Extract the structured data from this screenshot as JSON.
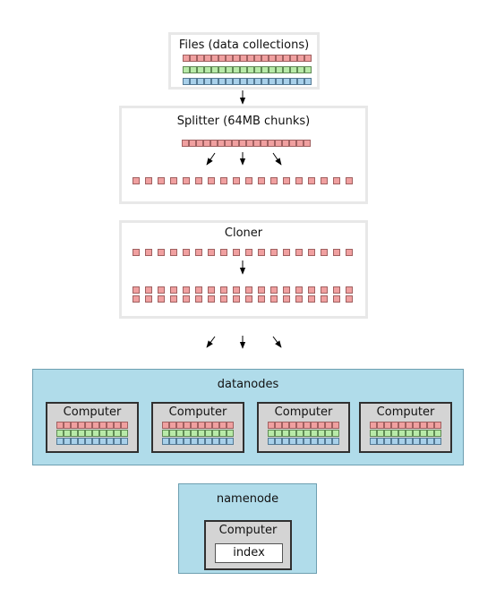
{
  "files": {
    "title": "Files (data collections)"
  },
  "splitter": {
    "title": "Splitter (64MB chunks)"
  },
  "cloner": {
    "title": "Cloner"
  },
  "datanodes": {
    "title": "datanodes",
    "computers": [
      {
        "label": "Computer"
      },
      {
        "label": "Computer"
      },
      {
        "label": "Computer"
      },
      {
        "label": "Computer"
      }
    ]
  },
  "namenode": {
    "title": "namenode",
    "computer_label": "Computer",
    "index_label": "index"
  },
  "colors": {
    "chunk_red": "#f0a0a0",
    "chunk_green": "#b8eaa8",
    "chunk_blue": "#a8d0ea",
    "node_region": "#b0dcea",
    "computer_fill": "#d4d4d4"
  }
}
